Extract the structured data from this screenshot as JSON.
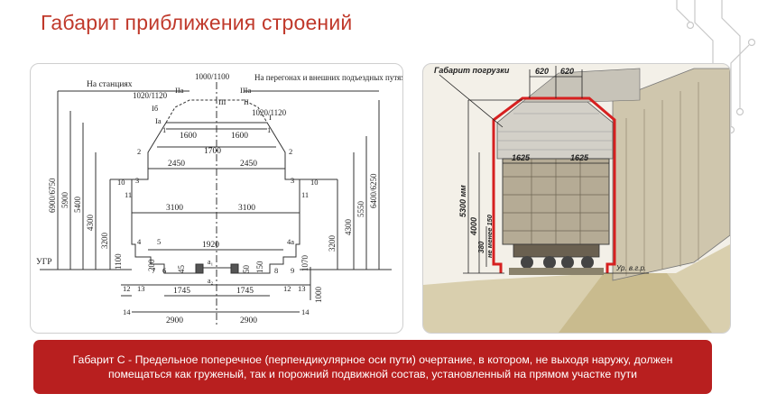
{
  "title": "Габарит приближения строений",
  "caption": "Габарит С - Предельное поперечное (перпендикулярное оси пути) очертание, в котором, не выходя наружу, должен помещаться как груженый, так и порожний подвижной состав, установленный на прямом участке пути",
  "left_diagram": {
    "label_stations": "На станциях",
    "label_hauls": "На перегонах и внешних подъездных путях",
    "label_ugr": "УГР",
    "dim_1000_1100": "1000/1100",
    "dim_1020_1120_left": "1020/1120",
    "dim_1020_1120_right": "1020/1120",
    "dim_1600_left": "1600",
    "dim_1600_right": "1600",
    "dim_1700": "1700",
    "dim_2450_left": "2450",
    "dim_2450_right": "2450",
    "dim_3100_left": "3100",
    "dim_3100_right": "3100",
    "dim_1920": "1920",
    "dim_1745_left": "1745",
    "dim_1745_right": "1745",
    "dim_2900_left": "2900",
    "dim_2900_right": "2900",
    "v_6900_6750": "6900/6750",
    "v_5900": "5900",
    "v_5400": "5400",
    "v_4300": "4300",
    "v_3200_left": "3200",
    "v_1100": "1100",
    "v_200": "200",
    "v_45": "45",
    "v_50": "50",
    "v_150": "150",
    "v_1070": "1070",
    "v_3200_right": "3200",
    "v_4300_right": "4300",
    "v_5550": "5550",
    "v_6400_6250": "6400/6250",
    "v_1000": "1000",
    "a1": "a₁",
    "a2": "a₂",
    "pt_IIa": "IIa",
    "pt_IIIa": "IIIa",
    "pt_III": "III",
    "pt_II": "II",
    "pt_Ib": "Iб",
    "pt_Ia": "Ia",
    "pt_I": "I",
    "pt_1": "1",
    "pt_2": "2",
    "pt_3": "3",
    "pt_4": "4",
    "pt_4a": "4a",
    "pt_5": "5",
    "pt_6": "6",
    "pt_7": "7",
    "pt_8": "8",
    "pt_9": "9",
    "pt_10": "10",
    "pt_11": "11",
    "pt_12": "12",
    "pt_13": "13",
    "pt_14": "14"
  },
  "right_diagram": {
    "label_gabarit": "Габарит погрузки",
    "dim_620_left": "620",
    "dim_620_right": "620",
    "dim_1625_left": "1625",
    "dim_1625_right": "1625",
    "v_5300": "5300 мм",
    "v_4000": "4000",
    "v_380": "380",
    "v_150": "не менее 150",
    "label_ugr": "Ур. в.г.р."
  },
  "colors": {
    "accent": "#c0392b",
    "caption_bg": "#b81f1f",
    "gabarit_red": "#d62020"
  }
}
